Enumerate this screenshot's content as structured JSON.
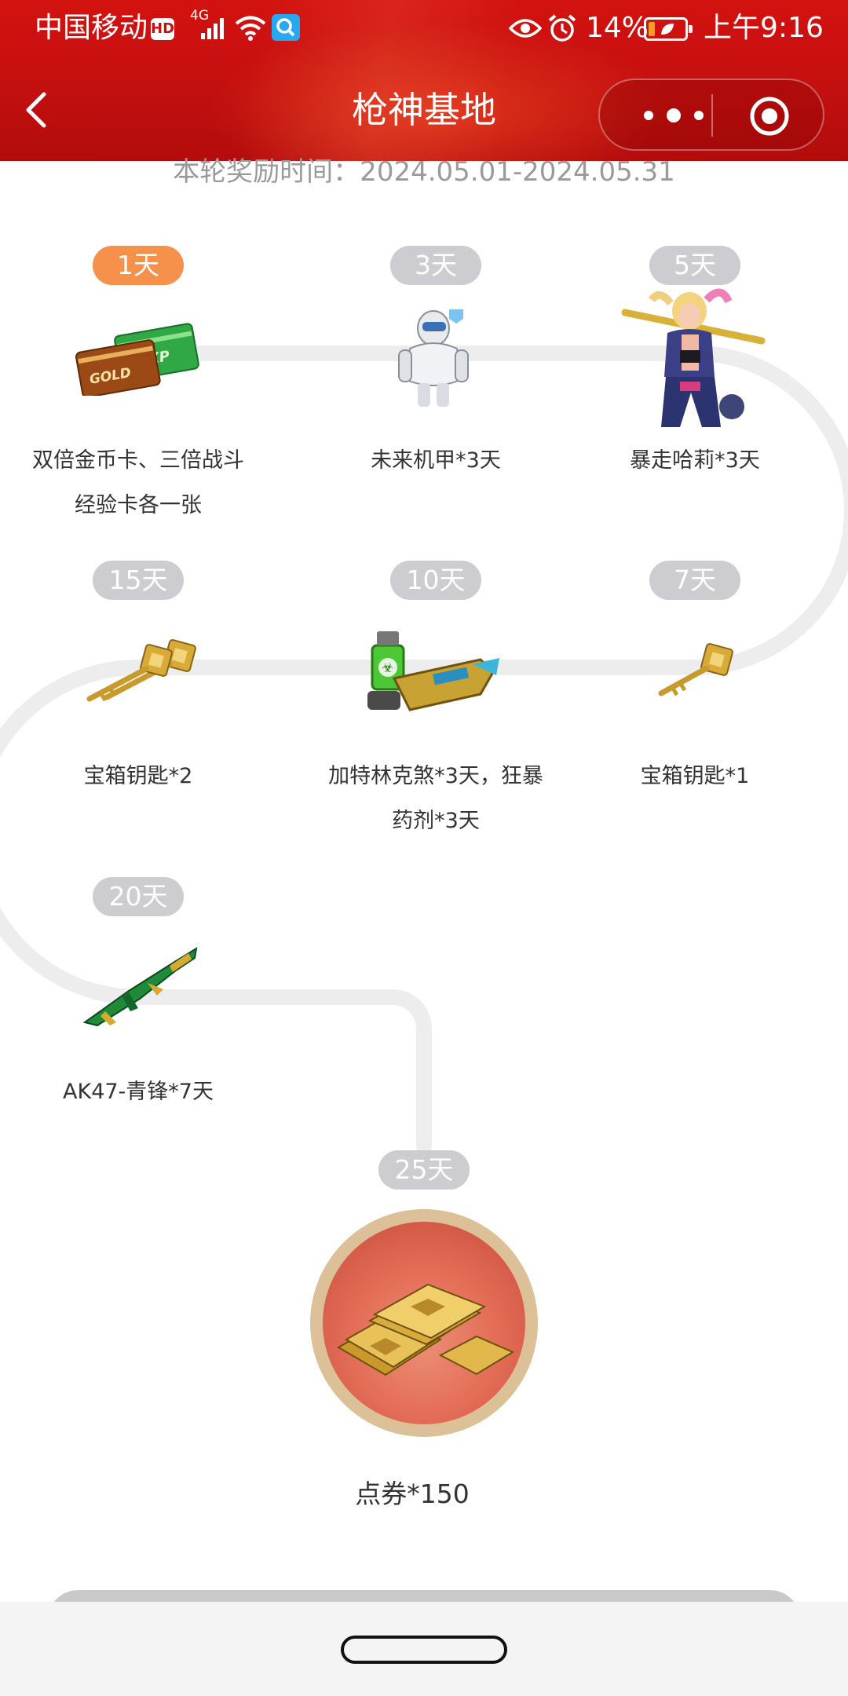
{
  "status_bar": {
    "carrier": "中国移动",
    "hd": "HD",
    "network": "4G",
    "battery": "14%",
    "time": "上午9:16"
  },
  "nav": {
    "title": "枪神基地",
    "back_icon": "back-arrow-icon",
    "menu_icon": "more-dots-icon",
    "close_icon": "target-icon"
  },
  "period_text": "本轮奖励时间：2024.05.01-2024.05.31",
  "rewards": [
    {
      "day": "1天",
      "label": "双倍金币卡、三倍战斗经验卡各一张",
      "icon": "gold-exp-card-icon",
      "active": true
    },
    {
      "day": "3天",
      "label": "未来机甲*3天",
      "icon": "future-mecha-icon",
      "active": false
    },
    {
      "day": "5天",
      "label": "暴走哈莉*3天",
      "icon": "harley-character-icon",
      "active": false
    },
    {
      "day": "7天",
      "label": "宝箱钥匙*1",
      "icon": "key-icon",
      "active": false
    },
    {
      "day": "10天",
      "label": "加特林克煞*3天，狂暴药剂*3天",
      "icon": "gatling-gun-icon",
      "active": false
    },
    {
      "day": "15天",
      "label": "宝箱钥匙*2",
      "icon": "keys-icon",
      "active": false
    },
    {
      "day": "20天",
      "label": "AK47-青锋*7天",
      "icon": "ak47-icon",
      "active": false
    }
  ],
  "final_reward": {
    "day": "25天",
    "label": "点券*150",
    "icon": "gold-coupons-icon"
  },
  "colors": {
    "header_red": "#c71010",
    "active_badge": "#f5914b",
    "inactive_badge": "#cdcdd1",
    "track": "#ededed"
  }
}
